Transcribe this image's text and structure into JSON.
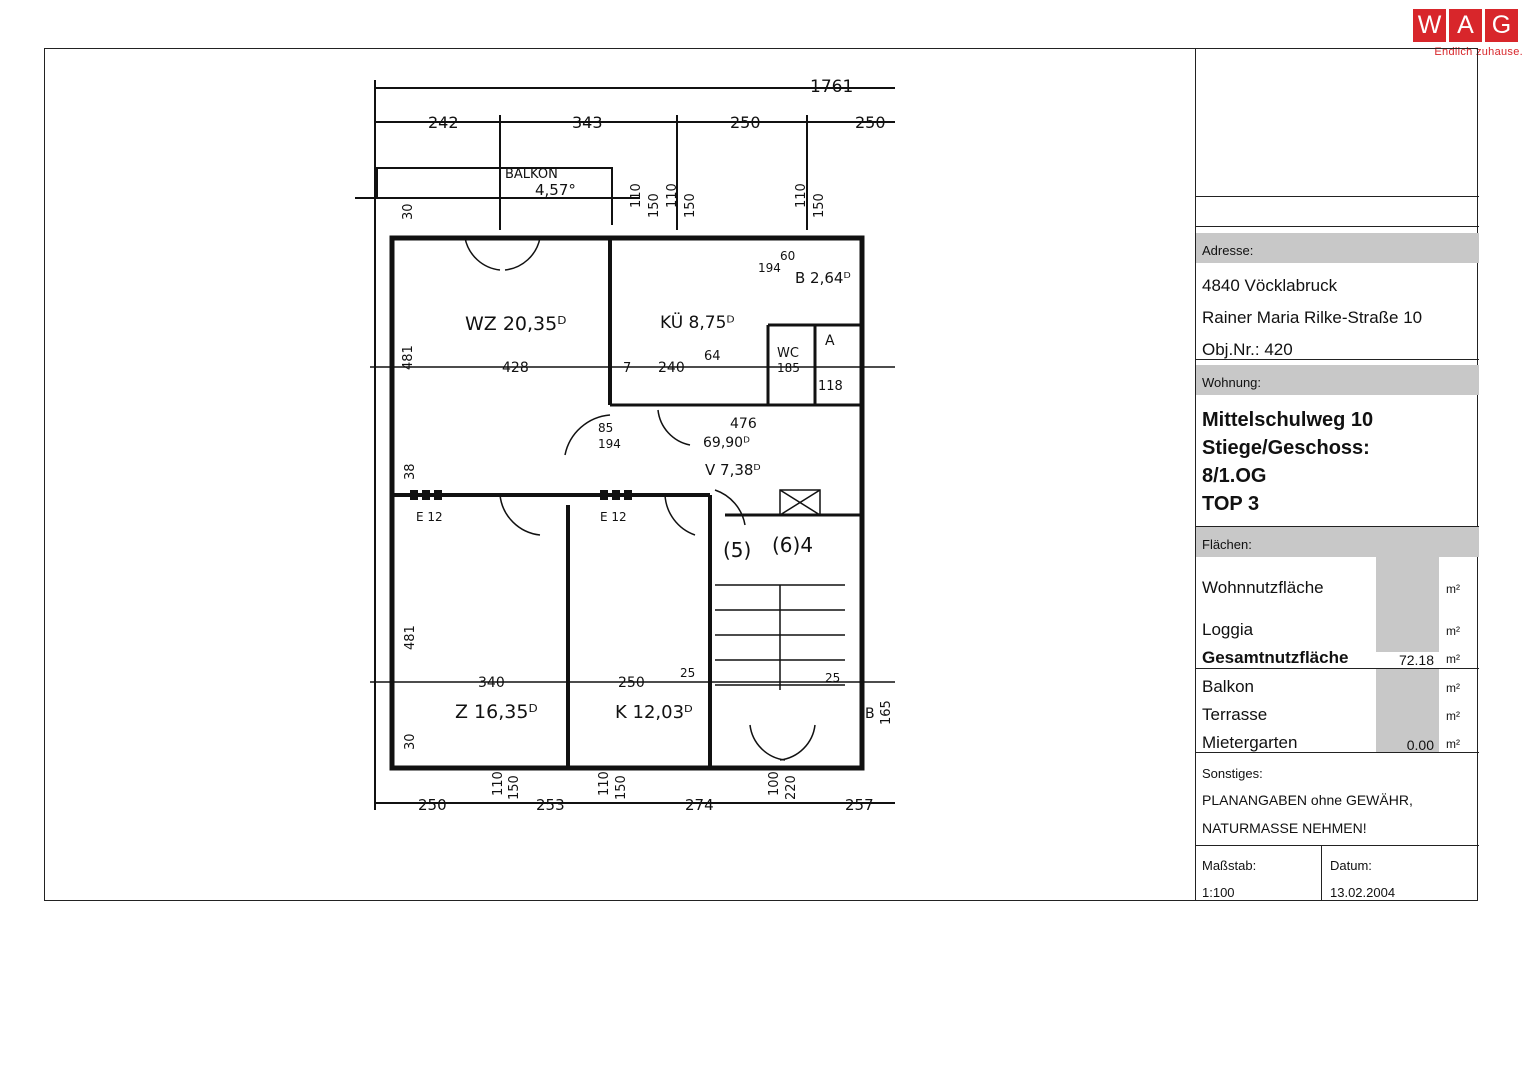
{
  "logo": {
    "letters": [
      "W",
      "A",
      "G"
    ],
    "tagline": "Endlich zuhause."
  },
  "plan": {
    "dims_top": [
      "1761",
      "242",
      "343",
      "250",
      "250"
    ],
    "dims_bottom": [
      "250",
      "253",
      "274",
      "257"
    ],
    "rooms": {
      "balkon": "BALKON",
      "balkon_area": "4,57°",
      "wz": "WZ 20,35ᴰ",
      "kue": "KÜ 8,75ᴰ",
      "b": "B 2,64ᴰ",
      "wc": "WC",
      "a": "A",
      "vr": "V 7,38ᴰ",
      "vr_total": "69,90ᴰ",
      "z": "Z 16,35ᴰ",
      "k": "K 12,03ᴰ",
      "stair5": "(5)",
      "stair6": "(6)4",
      "e1": "E 12",
      "e2": "E 12",
      "b2": "B"
    },
    "labels": [
      "428",
      "240",
      "476",
      "340",
      "250",
      "481",
      "481",
      "30",
      "30",
      "38",
      "110",
      "150",
      "110",
      "150",
      "110",
      "150",
      "110",
      "150",
      "110",
      "150",
      "100",
      "220",
      "85",
      "194",
      "60",
      "194",
      "64",
      "7",
      "25",
      "25",
      "165",
      "118",
      "185"
    ]
  },
  "titleblock": {
    "adresse_label": "Adresse:",
    "address_line1": "4840 Vöcklabruck",
    "address_line2": "Rainer Maria Rilke-Straße 10",
    "obj_nr": "Obj.Nr.: 420",
    "wohnung_label": "Wohnung:",
    "wohnung_line1": "Mittelschulweg 10",
    "wohnung_line2": "Stiege/Geschoss:",
    "wohnung_line3": "8/1.OG",
    "wohnung_line4": "TOP 3",
    "flaechen_label": "Flächen:",
    "rows": [
      {
        "label": "Wohnnutzfläche",
        "value": "",
        "unit": "m²"
      },
      {
        "label": "Loggia",
        "value": "",
        "unit": "m²"
      },
      {
        "label": "Gesamtnutzfläche",
        "value": "72.18",
        "unit": "m²",
        "bold": true
      },
      {
        "label": "Balkon",
        "value": "",
        "unit": "m²"
      },
      {
        "label": "Terrasse",
        "value": "",
        "unit": "m²"
      },
      {
        "label": "Mietergarten",
        "value": "0.00",
        "unit": "m²"
      }
    ],
    "sonstiges_label": "Sonstiges:",
    "sonstiges_line1": "PLANANGABEN ohne GEWÄHR,",
    "sonstiges_line2": "NATURMASSE NEHMEN!",
    "massstab_label": "Maßstab:",
    "massstab_value": "1:100",
    "datum_label": "Datum:",
    "datum_value": "13.02.2004"
  }
}
